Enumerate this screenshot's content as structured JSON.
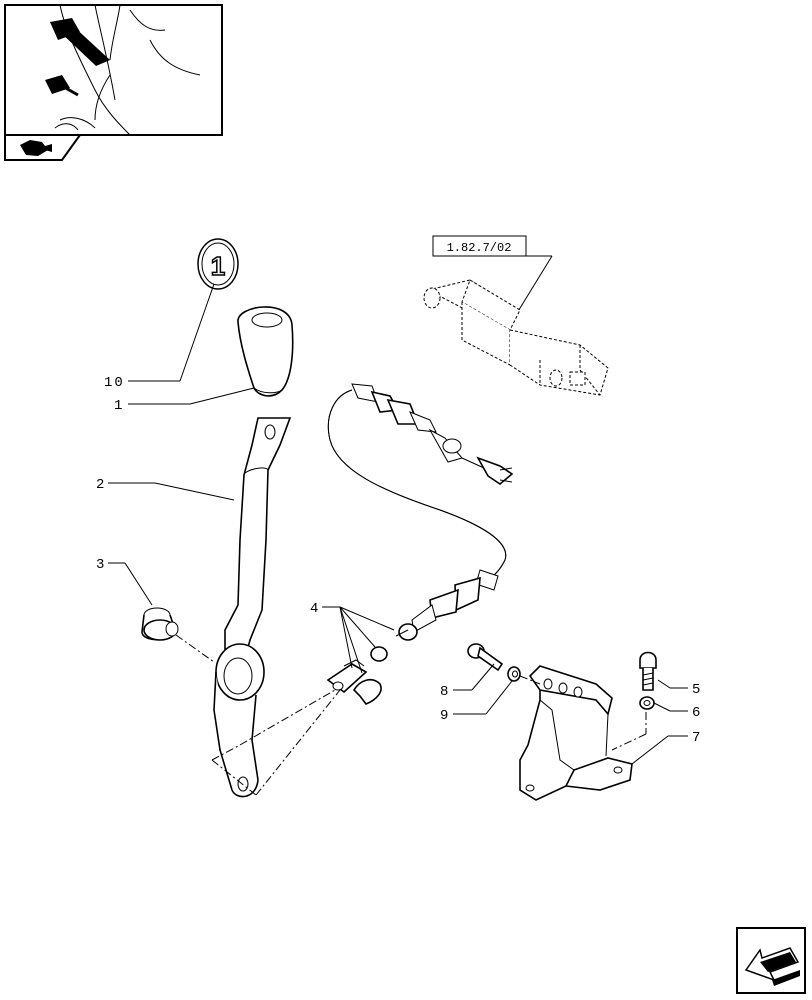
{
  "reference_label": "1.82.7/02",
  "callouts": [
    {
      "id": "c10",
      "text": "10"
    },
    {
      "id": "c1",
      "text": "1"
    },
    {
      "id": "c2",
      "text": "2"
    },
    {
      "id": "c3",
      "text": "3"
    },
    {
      "id": "c4",
      "text": "4"
    },
    {
      "id": "c5",
      "text": "5"
    },
    {
      "id": "c6",
      "text": "6"
    },
    {
      "id": "c7",
      "text": "7"
    },
    {
      "id": "c8",
      "text": "8"
    },
    {
      "id": "c9",
      "text": "9"
    }
  ],
  "badge_text": "1",
  "icons": {
    "thumbnail": "tractor-cab-lever-thumbnail",
    "section": "tractor-section-icon",
    "navigation": "next-page-arrow-icon"
  }
}
